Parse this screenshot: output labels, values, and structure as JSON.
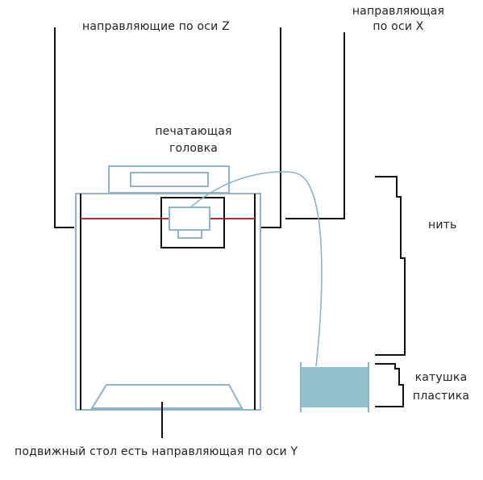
{
  "labels": {
    "z_guides": "направляющие по оси Z",
    "x_guide_line1": "направляющая",
    "x_guide_line2": "по оси X",
    "head_line1": "печатающая",
    "head_line2": "головка",
    "filament": "нить",
    "spool_line1": "катушка",
    "spool_line2": "пластика",
    "y_table": "подвижный стол есть направляющая по оси Y"
  },
  "colors": {
    "outline": "#111111",
    "frame": "#8fb4c7",
    "x_rail": "#c0282d",
    "spool_fill": "#93bfcf",
    "text": "#222222"
  }
}
